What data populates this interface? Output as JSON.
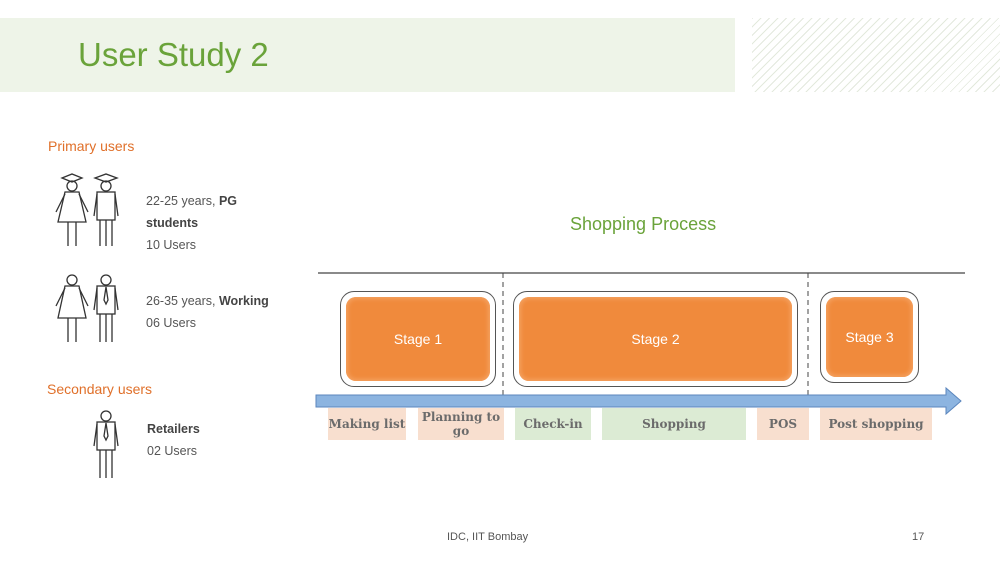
{
  "title": "User Study 2",
  "primary_users": {
    "heading": "Primary users",
    "groups": [
      {
        "line1_prefix": "22-25 years, ",
        "line1_bold": "PG",
        "line2_bold": "students",
        "count": "10 Users"
      },
      {
        "line1_prefix": "26-35 years, ",
        "line1_bold": "Working",
        "count": "06 Users"
      }
    ]
  },
  "secondary_users": {
    "heading": "Secondary users",
    "groups": [
      {
        "line1_bold": "Retailers",
        "count": "02 Users"
      }
    ]
  },
  "diagram": {
    "title": "Shopping Process",
    "stages": [
      "Stage 1",
      "Stage 2",
      "Stage 3"
    ],
    "steps": [
      {
        "label": "Making list",
        "color": "peach"
      },
      {
        "label": "Planning to go",
        "color": "peach"
      },
      {
        "label": "Check-in",
        "color": "green"
      },
      {
        "label": "Shopping",
        "color": "green"
      },
      {
        "label": "POS",
        "color": "peach"
      },
      {
        "label": "Post shopping",
        "color": "peach"
      }
    ],
    "stage_fill_color": "#f08a3c",
    "arrow_color": "#8cb4e0"
  },
  "footer": {
    "text": "IDC, IIT Bombay",
    "page": "17"
  }
}
